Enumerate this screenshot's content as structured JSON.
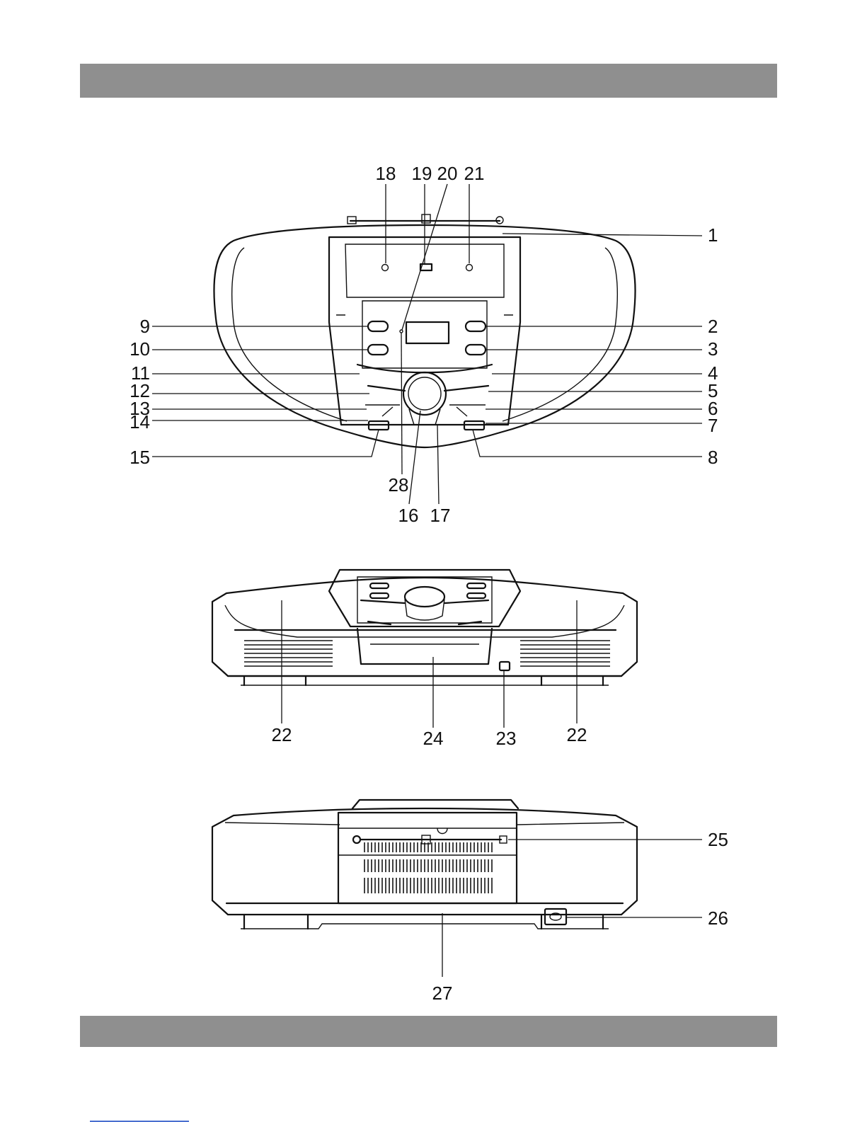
{
  "callouts": [
    {
      "id": "1",
      "text": "1"
    },
    {
      "id": "2",
      "text": "2"
    },
    {
      "id": "3",
      "text": "3"
    },
    {
      "id": "4",
      "text": "4"
    },
    {
      "id": "5",
      "text": "5"
    },
    {
      "id": "6",
      "text": "6"
    },
    {
      "id": "7",
      "text": "7"
    },
    {
      "id": "8",
      "text": "8"
    },
    {
      "id": "9",
      "text": "9"
    },
    {
      "id": "10",
      "text": "10"
    },
    {
      "id": "11",
      "text": "11"
    },
    {
      "id": "12",
      "text": "12"
    },
    {
      "id": "13",
      "text": "13"
    },
    {
      "id": "14",
      "text": "14"
    },
    {
      "id": "15",
      "text": "15"
    },
    {
      "id": "16",
      "text": "16"
    },
    {
      "id": "17",
      "text": "17"
    },
    {
      "id": "18",
      "text": "18"
    },
    {
      "id": "19",
      "text": "19"
    },
    {
      "id": "20",
      "text": "20"
    },
    {
      "id": "21",
      "text": "21"
    },
    {
      "id": "22a",
      "text": "22"
    },
    {
      "id": "22b",
      "text": "22"
    },
    {
      "id": "23",
      "text": "23"
    },
    {
      "id": "24",
      "text": "24"
    },
    {
      "id": "25",
      "text": "25"
    },
    {
      "id": "26",
      "text": "26"
    },
    {
      "id": "27",
      "text": "27"
    },
    {
      "id": "28",
      "text": "28"
    }
  ],
  "colors": {
    "band": "#8f8f8f",
    "line": "#111111",
    "footer_rule": "#4a6fd0"
  }
}
